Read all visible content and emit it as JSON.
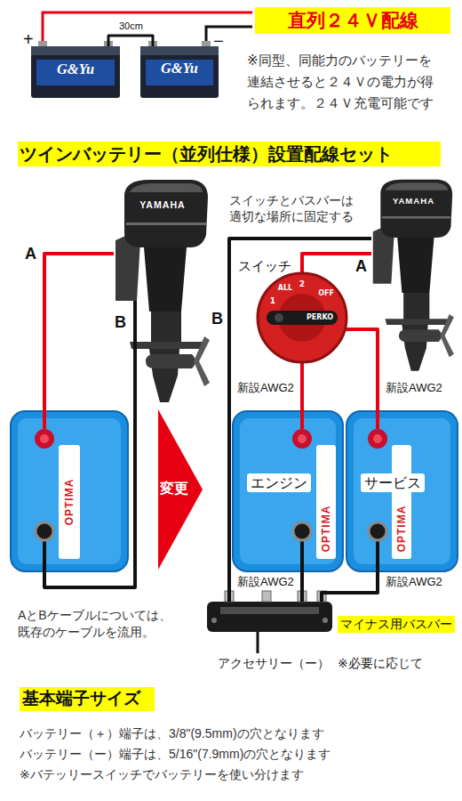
{
  "diagram": {
    "title": "直列２４Ｖ配線",
    "nodes": [
      {
        "text": [
          "G&Yu"
        ]
      },
      {
        "text": [
          "G&Yu"
        ]
      },
      {
        "text": [
          "YAMAHA"
        ]
      },
      {
        "text": [
          "OPTIMA"
        ]
      },
      {
        "text": [
          "YAMAHA"
        ]
      },
      {
        "text": [
          "スイッチ",
          "ALL",
          "1",
          "2",
          "OFF",
          "PERKO"
        ]
      },
      {
        "text": [
          "OPTIMA",
          "エンジン"
        ]
      },
      {
        "text": [
          "OPTIMA",
          "サービス"
        ]
      },
      {
        "text": [
          "マイナス用バスバー"
        ]
      }
    ],
    "edges": [
      {
        "from": 0,
        "to": 1,
        "arrow": "none",
        "label": "30cm"
      },
      {
        "from": 2,
        "to": 3,
        "arrow": "none",
        "label": "A"
      },
      {
        "from": 2,
        "to": 3,
        "arrow": "none",
        "label": "B"
      },
      {
        "from": 4,
        "to": 5,
        "arrow": "none",
        "label": "A"
      },
      {
        "from": 5,
        "to": 6,
        "arrow": "none",
        "label": "新設AWG2"
      },
      {
        "from": 5,
        "to": 7,
        "arrow": "none",
        "label": "新設AWG2"
      },
      {
        "from": 6,
        "to": 8,
        "arrow": "none",
        "label": "新設AWG2"
      },
      {
        "from": 7,
        "to": 8,
        "arrow": "none",
        "label": "新設AWG2"
      },
      {
        "from": 8,
        "to": 4,
        "arrow": "none",
        "label": "B"
      }
    ],
    "labels": [
      "+",
      "−",
      "※同型、同能力のバッテリーを 連結させると２４Ｖの電力が得 られます。２４Ｖ充電可能です",
      "ツインバッテリー（並列仕様）設置配線セット",
      "スイッチとバスバーは 適切な場所に固定する",
      "変更",
      "AとBケーブルについては、 既存のケーブルを流用。",
      "アクセサリー（ー）",
      "※必要に応じて",
      "基本端子サイズ",
      "バッテリー（＋）端子は、3/8\"(9.5mm)の穴となります",
      "バッテリー（ー）端子は、5/16\"(7.9mm)の穴となります",
      "※バテッリースイッチでバッテリーを使い分けます"
    ]
  }
}
